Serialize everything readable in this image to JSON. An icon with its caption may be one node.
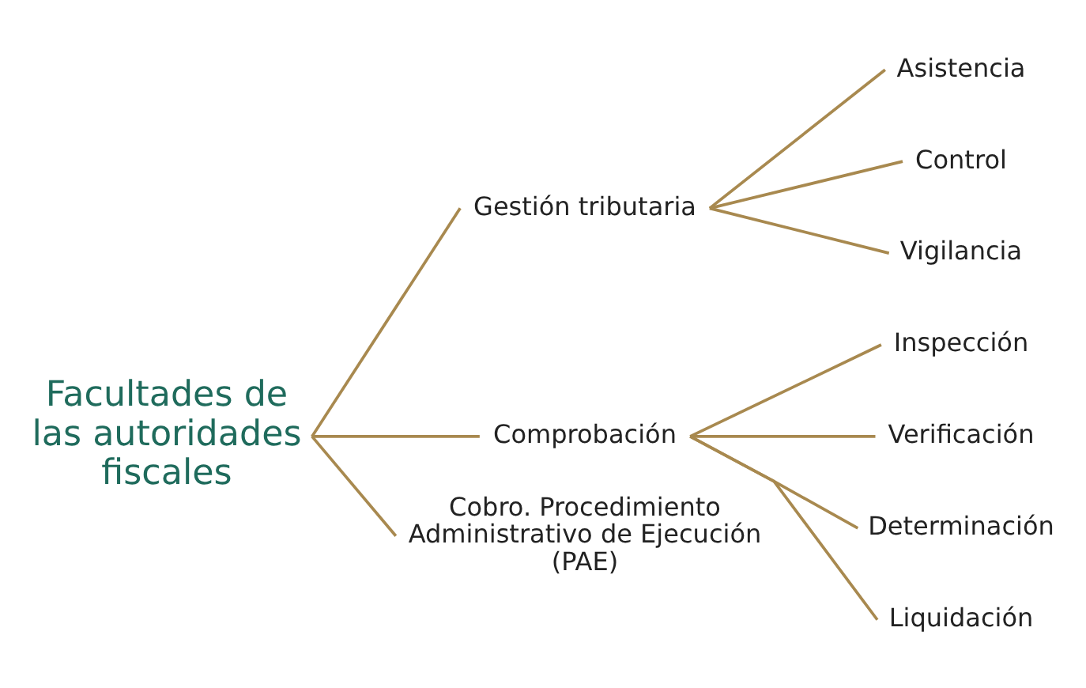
{
  "diagram": {
    "nodes": [
      {
        "text": [
          "Facultades de las autoridades fiscales"
        ]
      },
      {
        "text": [
          "Gestión tributaria"
        ]
      },
      {
        "text": [
          "Asistencia"
        ]
      },
      {
        "text": [
          "Control"
        ]
      },
      {
        "text": [
          "Vigilancia"
        ]
      },
      {
        "text": [
          "Comprobación"
        ]
      },
      {
        "text": [
          "Inspección"
        ]
      },
      {
        "text": [
          "Verificación"
        ]
      },
      {
        "text": [
          "Determinación"
        ]
      },
      {
        "text": [
          "Liquidación"
        ]
      },
      {
        "text": [
          "Cobro. Procedimiento Administrativo de Ejecución (PAE)"
        ]
      }
    ],
    "edges": [
      {
        "from": 0,
        "to": 1,
        "arrow": "none",
        "color": "#a8894f"
      },
      {
        "from": 0,
        "to": 5,
        "arrow": "none",
        "color": "#a8894f"
      },
      {
        "from": 0,
        "to": 10,
        "arrow": "none",
        "color": "#a8894f"
      },
      {
        "from": 1,
        "to": 2,
        "arrow": "none",
        "color": "#a8894f"
      },
      {
        "from": 1,
        "to": 3,
        "arrow": "none",
        "color": "#a8894f"
      },
      {
        "from": 1,
        "to": 4,
        "arrow": "none",
        "color": "#a8894f"
      },
      {
        "from": 5,
        "to": 6,
        "arrow": "none",
        "color": "#a8894f"
      },
      {
        "from": 5,
        "to": 7,
        "arrow": "none",
        "color": "#a8894f"
      },
      {
        "from": 5,
        "to": 8,
        "arrow": "none",
        "color": "#a8894f"
      },
      {
        "from": 5,
        "to": 9,
        "arrow": "none",
        "color": "#a8894f"
      }
    ]
  }
}
